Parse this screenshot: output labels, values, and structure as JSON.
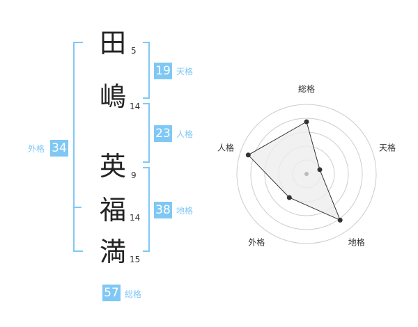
{
  "name": {
    "characters": [
      {
        "char": "田",
        "strokes": "5"
      },
      {
        "char": "嶋",
        "strokes": "14"
      },
      {
        "char": "英",
        "strokes": "9"
      },
      {
        "char": "福",
        "strokes": "14"
      },
      {
        "char": "満",
        "strokes": "15"
      }
    ]
  },
  "kaku": {
    "tenkaku": {
      "value": "19",
      "label": "天格"
    },
    "jinkaku": {
      "value": "23",
      "label": "人格"
    },
    "chikaku": {
      "value": "38",
      "label": "地格"
    },
    "gaikaku": {
      "value": "34",
      "label": "外格"
    },
    "soukaku": {
      "value": "57",
      "label": "総格"
    }
  },
  "colors": {
    "accent": "#7fc8f5",
    "text": "#222222"
  },
  "chart_data": {
    "type": "radar",
    "axes": [
      "総格",
      "天格",
      "地格",
      "外格",
      "人格"
    ],
    "values": [
      0.75,
      0.2,
      0.82,
      0.42,
      0.88
    ],
    "max": 1
  }
}
